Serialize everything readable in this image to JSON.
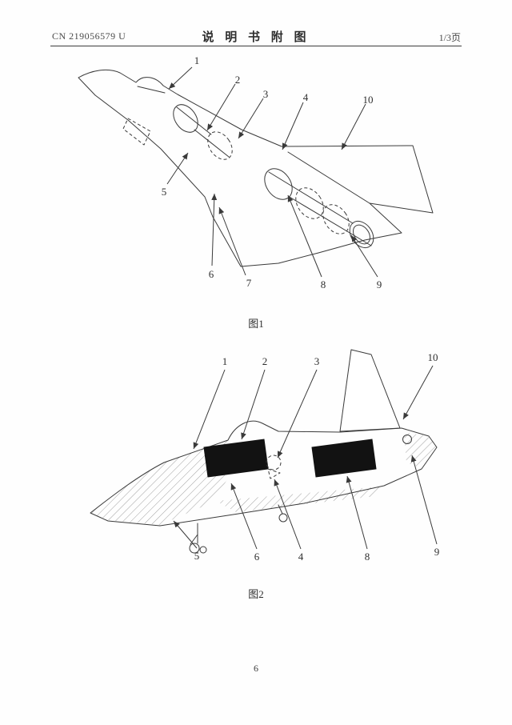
{
  "header": {
    "doc_number": "CN 219056579 U",
    "title": "说 明 书 附 图",
    "page_indicator": "1/3页"
  },
  "figures": {
    "fig1": {
      "caption": "图1",
      "labels": {
        "l1": "1",
        "l2": "2",
        "l3": "3",
        "l4": "4",
        "l10": "10",
        "l5": "5",
        "l6": "6",
        "l7": "7",
        "l8": "8",
        "l9": "9"
      }
    },
    "fig2": {
      "caption": "图2",
      "labels": {
        "l1": "1",
        "l2": "2",
        "l3": "3",
        "l10": "10",
        "l5": "5",
        "l6": "6",
        "l4": "4",
        "l8": "8",
        "l9": "9"
      }
    }
  },
  "footer": {
    "page_number": "6"
  }
}
